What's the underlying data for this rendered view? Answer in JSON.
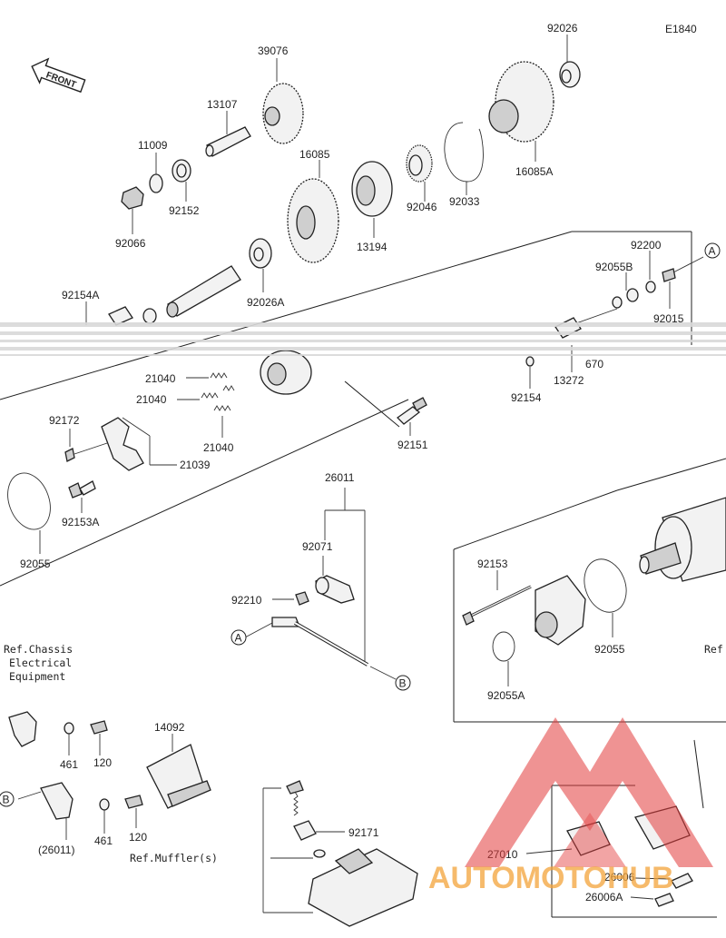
{
  "diagram_code": "E1840",
  "front_label": "FRONT",
  "watermark": {
    "text": "AUTOMOTOHUB",
    "color_red": "#e23c3c",
    "color_orange": "#f3a43a"
  },
  "parts": [
    {
      "id": "p39076",
      "label": "39076"
    },
    {
      "id": "p13107",
      "label": "13107"
    },
    {
      "id": "p11009",
      "label": "11009"
    },
    {
      "id": "p92152",
      "label": "92152"
    },
    {
      "id": "p92066",
      "label": "92066"
    },
    {
      "id": "p16085",
      "label": "16085"
    },
    {
      "id": "p13194",
      "label": "13194"
    },
    {
      "id": "p92046",
      "label": "92046"
    },
    {
      "id": "p92033",
      "label": "92033"
    },
    {
      "id": "p92026",
      "label": "92026"
    },
    {
      "id": "p16085A",
      "label": "16085A"
    },
    {
      "id": "p92026A",
      "label": "92026A"
    },
    {
      "id": "p92154A",
      "label": "92154A"
    },
    {
      "id": "p92200",
      "label": "92200"
    },
    {
      "id": "p92055B",
      "label": "92055B"
    },
    {
      "id": "p92015",
      "label": "92015"
    },
    {
      "id": "p670",
      "label": "670"
    },
    {
      "id": "p13272",
      "label": "13272"
    },
    {
      "id": "p92154",
      "label": "92154"
    },
    {
      "id": "p21040a",
      "label": "21040"
    },
    {
      "id": "p21040b",
      "label": "21040"
    },
    {
      "id": "p21040c",
      "label": "21040"
    },
    {
      "id": "p92172",
      "label": "92172"
    },
    {
      "id": "p21039",
      "label": "21039"
    },
    {
      "id": "p92153A",
      "label": "92153A"
    },
    {
      "id": "p92151",
      "label": "92151"
    },
    {
      "id": "p26011",
      "label": "26011"
    },
    {
      "id": "p92071",
      "label": "92071"
    },
    {
      "id": "p92210",
      "label": "92210"
    },
    {
      "id": "p92055a",
      "label": "92055"
    },
    {
      "id": "p92153",
      "label": "92153"
    },
    {
      "id": "p92055b",
      "label": "92055"
    },
    {
      "id": "p92055A",
      "label": "92055A"
    },
    {
      "id": "p14092",
      "label": "14092"
    },
    {
      "id": "p461a",
      "label": "461"
    },
    {
      "id": "p120a",
      "label": "120"
    },
    {
      "id": "p461b",
      "label": "461"
    },
    {
      "id": "p120b",
      "label": "120"
    },
    {
      "id": "p26011b",
      "label": "(26011)"
    },
    {
      "id": "p92171",
      "label": "92171"
    },
    {
      "id": "p27010",
      "label": "27010"
    },
    {
      "id": "p26006",
      "label": "26006"
    },
    {
      "id": "p26006A",
      "label": "26006A"
    }
  ],
  "references": {
    "chassis_line1": "Ref.Chassis",
    "chassis_line2": "Electrical",
    "chassis_line3": "Equipment",
    "muffler": "Ref.Muffler(s)",
    "ref_right": "Ref"
  },
  "callouts": {
    "A1": "A",
    "A2": "A",
    "B1": "B",
    "B2": "B"
  }
}
